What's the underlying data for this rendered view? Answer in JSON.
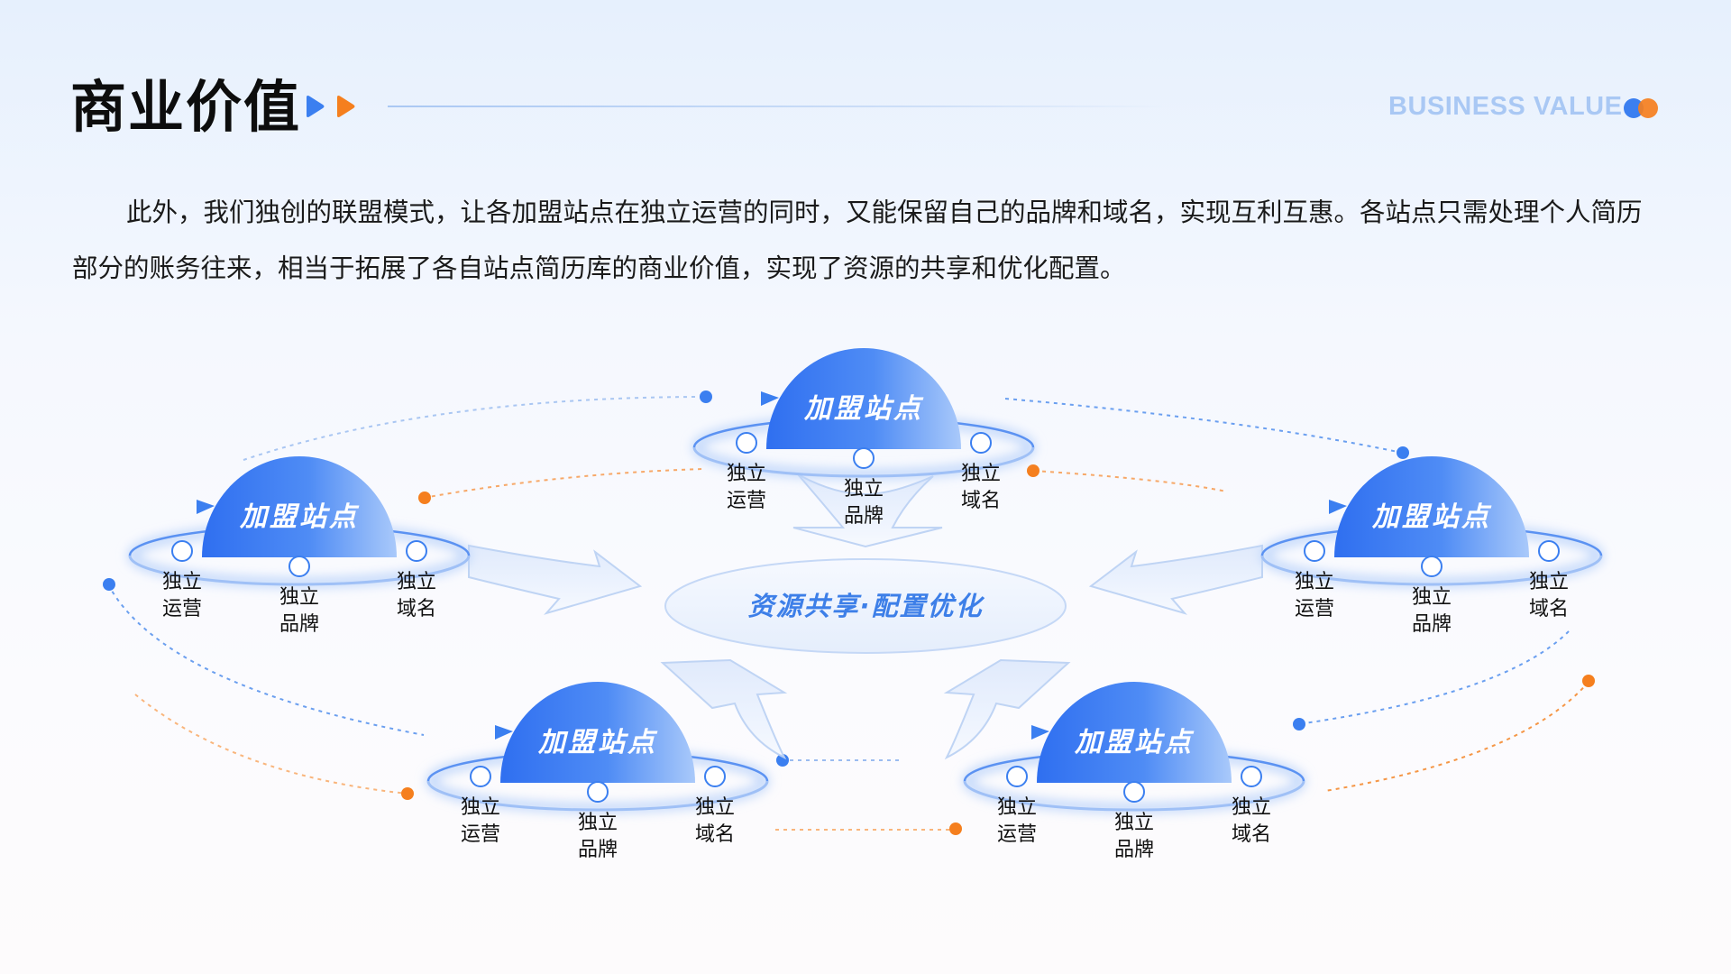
{
  "header": {
    "title": "商业价值",
    "en_title": "BUSINESS VALUE"
  },
  "paragraph": [
    "此外，我们独创的联盟模式，让各加盟站点在独立运营的同时，又能保留自己的品牌和域名，实现互利互惠。各站点只需处理个",
    "人简历部分的账务往来，相当于拓展了各自站点简历库的商业价值，实现了资源的共享和优化配置。"
  ],
  "diagram": {
    "center": "资源共享·配置优化",
    "sites": [
      {
        "label": "加盟站点",
        "features": [
          [
            "独立",
            "运营"
          ],
          [
            "独立",
            "品牌"
          ],
          [
            "独立",
            "域名"
          ]
        ]
      },
      {
        "label": "加盟站点",
        "features": [
          [
            "独立",
            "运营"
          ],
          [
            "独立",
            "品牌"
          ],
          [
            "独立",
            "域名"
          ]
        ]
      },
      {
        "label": "加盟站点",
        "features": [
          [
            "独立",
            "运营"
          ],
          [
            "独立",
            "品牌"
          ],
          [
            "独立",
            "域名"
          ]
        ]
      },
      {
        "label": "加盟站点",
        "features": [
          [
            "独立",
            "运营"
          ],
          [
            "独立",
            "品牌"
          ],
          [
            "独立",
            "域名"
          ]
        ]
      },
      {
        "label": "加盟站点",
        "features": [
          [
            "独立",
            "运营"
          ],
          [
            "独立",
            "品牌"
          ],
          [
            "独立",
            "域名"
          ]
        ]
      }
    ]
  },
  "colors": {
    "blue": "#3b7ff0",
    "orange": "#f57f1e",
    "title_en": "#a9c8f4"
  }
}
